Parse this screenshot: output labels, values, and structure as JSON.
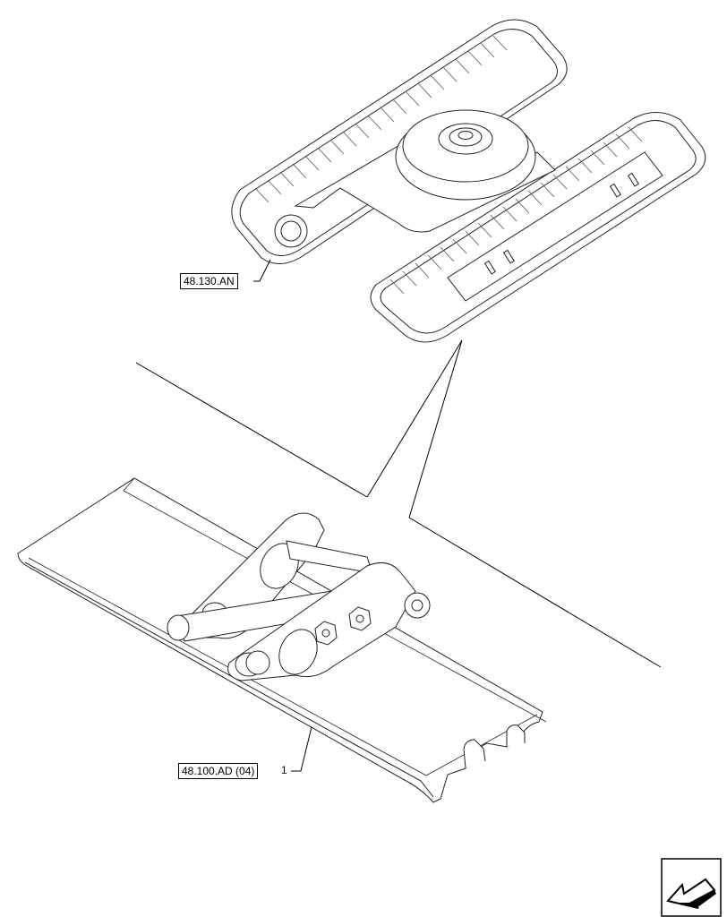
{
  "callouts": {
    "undercarriage_ref": "48.130.AN",
    "track_shoe_ref": "48.100.AD (04)",
    "item_number": "1"
  },
  "icons": {
    "nav": "back-arrow-icon"
  }
}
